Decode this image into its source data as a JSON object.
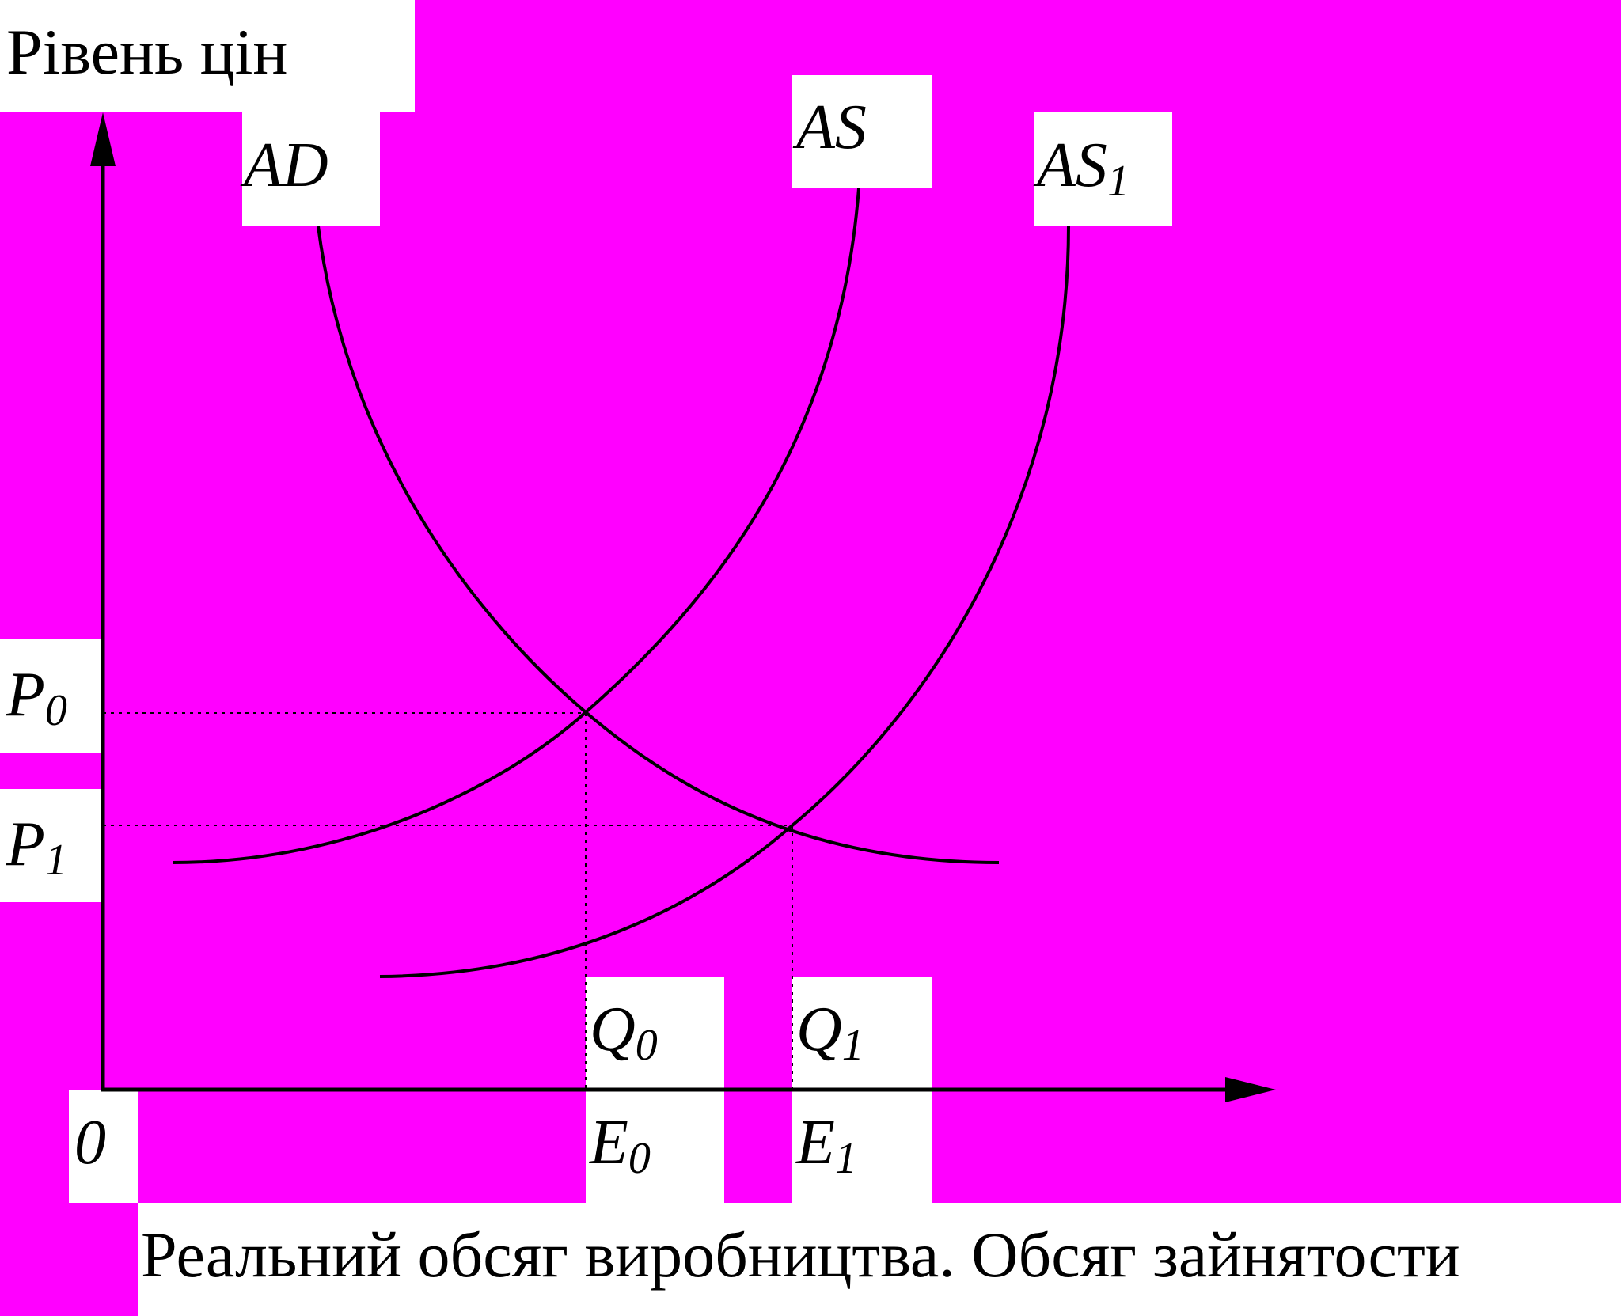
{
  "diagram": {
    "y_axis_label": "Рівень цін",
    "x_axis_label": "Реальний обсяг виробництва. Обсяг зайнятости",
    "origin_label": "0",
    "curves": [
      {
        "label": "AD",
        "label_sub": ""
      },
      {
        "label": "AS",
        "label_sub": ""
      },
      {
        "label": "AS",
        "label_sub": "1"
      }
    ],
    "price_levels": [
      {
        "label": "P",
        "sub": "0"
      },
      {
        "label": "P",
        "sub": "1"
      }
    ],
    "quantities": [
      {
        "label": "Q",
        "sub": "0"
      },
      {
        "label": "Q",
        "sub": "1"
      }
    ],
    "employment": [
      {
        "label": "E",
        "sub": "0"
      },
      {
        "label": "E",
        "sub": "1"
      }
    ],
    "colors": {
      "background": "#ff00ff",
      "label_box": "#ffffff",
      "lines": "#000000"
    }
  }
}
